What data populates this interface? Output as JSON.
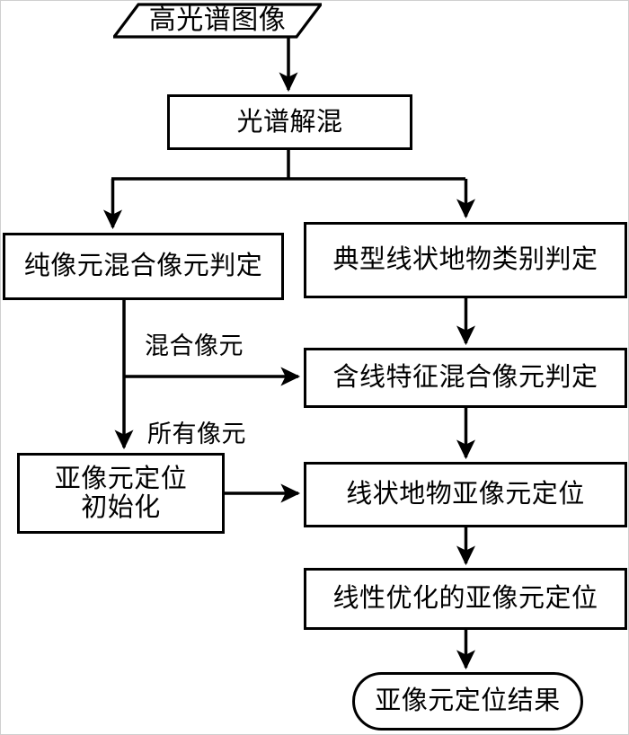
{
  "diagram": {
    "title": "Hyperspectral sub-pixel mapping flowchart",
    "stroke_color": "#000000",
    "background_color": "#ffffff",
    "nodes": [
      {
        "id": "input",
        "label": "高光谱图像",
        "shape": "parallelogram"
      },
      {
        "id": "unmixing",
        "label": "光谱解混",
        "shape": "rectangle"
      },
      {
        "id": "pure_mixed",
        "label": "纯像元混合像元判定",
        "shape": "rectangle"
      },
      {
        "id": "linear_class",
        "label": "典型线状地物类别判定",
        "shape": "rectangle"
      },
      {
        "id": "line_feature_mixed",
        "label": "含线特征混合像元判定",
        "shape": "rectangle"
      },
      {
        "id": "init",
        "label": "亚像元定位\n初始化",
        "shape": "rectangle"
      },
      {
        "id": "linear_subpixel",
        "label": "线状地物亚像元定位",
        "shape": "rectangle"
      },
      {
        "id": "optimized_subpixel",
        "label": "线性优化的亚像元定位",
        "shape": "rectangle"
      },
      {
        "id": "result",
        "label": "亚像元定位结果",
        "shape": "rounded-terminal"
      }
    ],
    "edge_labels": [
      {
        "id": "mixed_pixel",
        "label": "混合像元"
      },
      {
        "id": "all_pixels",
        "label": "所有像元"
      }
    ],
    "edges": [
      {
        "from": "input",
        "to": "unmixing",
        "label": ""
      },
      {
        "from": "unmixing",
        "to": "pure_mixed",
        "label": ""
      },
      {
        "from": "unmixing",
        "to": "linear_class",
        "label": ""
      },
      {
        "from": "pure_mixed",
        "to": "line_feature_mixed",
        "label": "混合像元"
      },
      {
        "from": "pure_mixed",
        "to": "init",
        "label": "所有像元"
      },
      {
        "from": "linear_class",
        "to": "line_feature_mixed",
        "label": ""
      },
      {
        "from": "line_feature_mixed",
        "to": "linear_subpixel",
        "label": ""
      },
      {
        "from": "init",
        "to": "linear_subpixel",
        "label": ""
      },
      {
        "from": "linear_subpixel",
        "to": "optimized_subpixel",
        "label": ""
      },
      {
        "from": "optimized_subpixel",
        "to": "result",
        "label": ""
      }
    ]
  }
}
